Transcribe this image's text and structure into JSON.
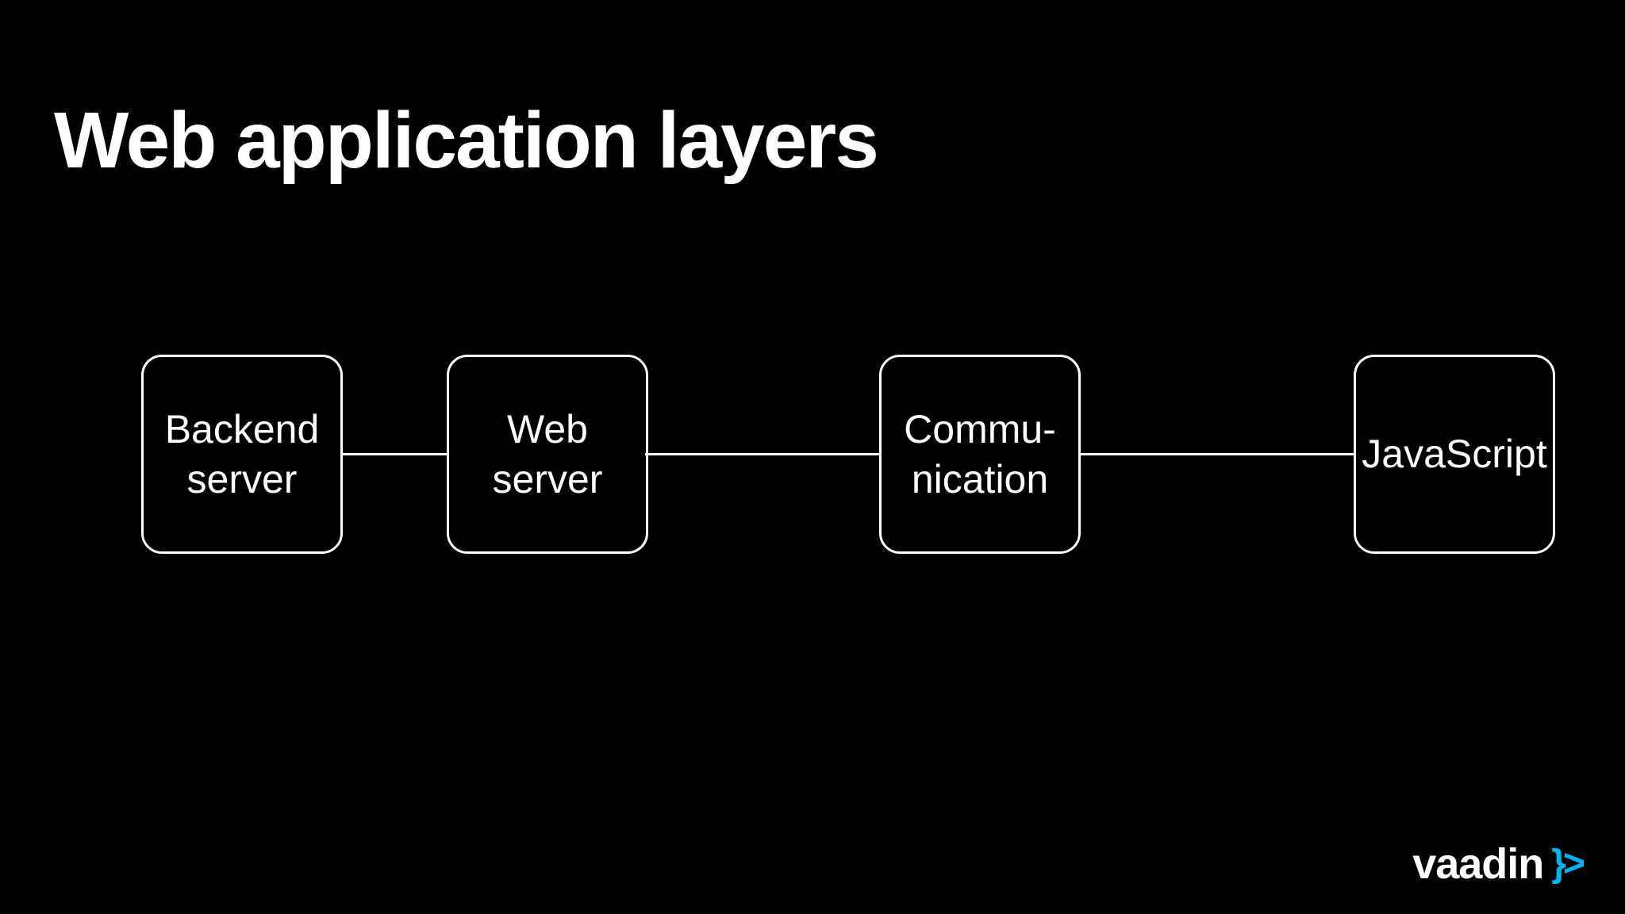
{
  "slide": {
    "title": "Web application layers",
    "background_color": "#000000",
    "text_color": "#ffffff"
  },
  "diagram": {
    "boxes": [
      {
        "id": "backend-server",
        "lines": [
          "Backend",
          "server"
        ]
      },
      {
        "id": "web-server",
        "lines": [
          "Web",
          "server"
        ]
      },
      {
        "id": "communication",
        "lines": [
          "Commu-",
          "nication"
        ]
      },
      {
        "id": "javascript",
        "lines": [
          "JavaScript",
          ""
        ]
      }
    ],
    "connectors": 3
  },
  "footer": {
    "logo_text": "vaadin",
    "logo_symbol": "}>",
    "logo_accent_color": "#00b4f0"
  }
}
